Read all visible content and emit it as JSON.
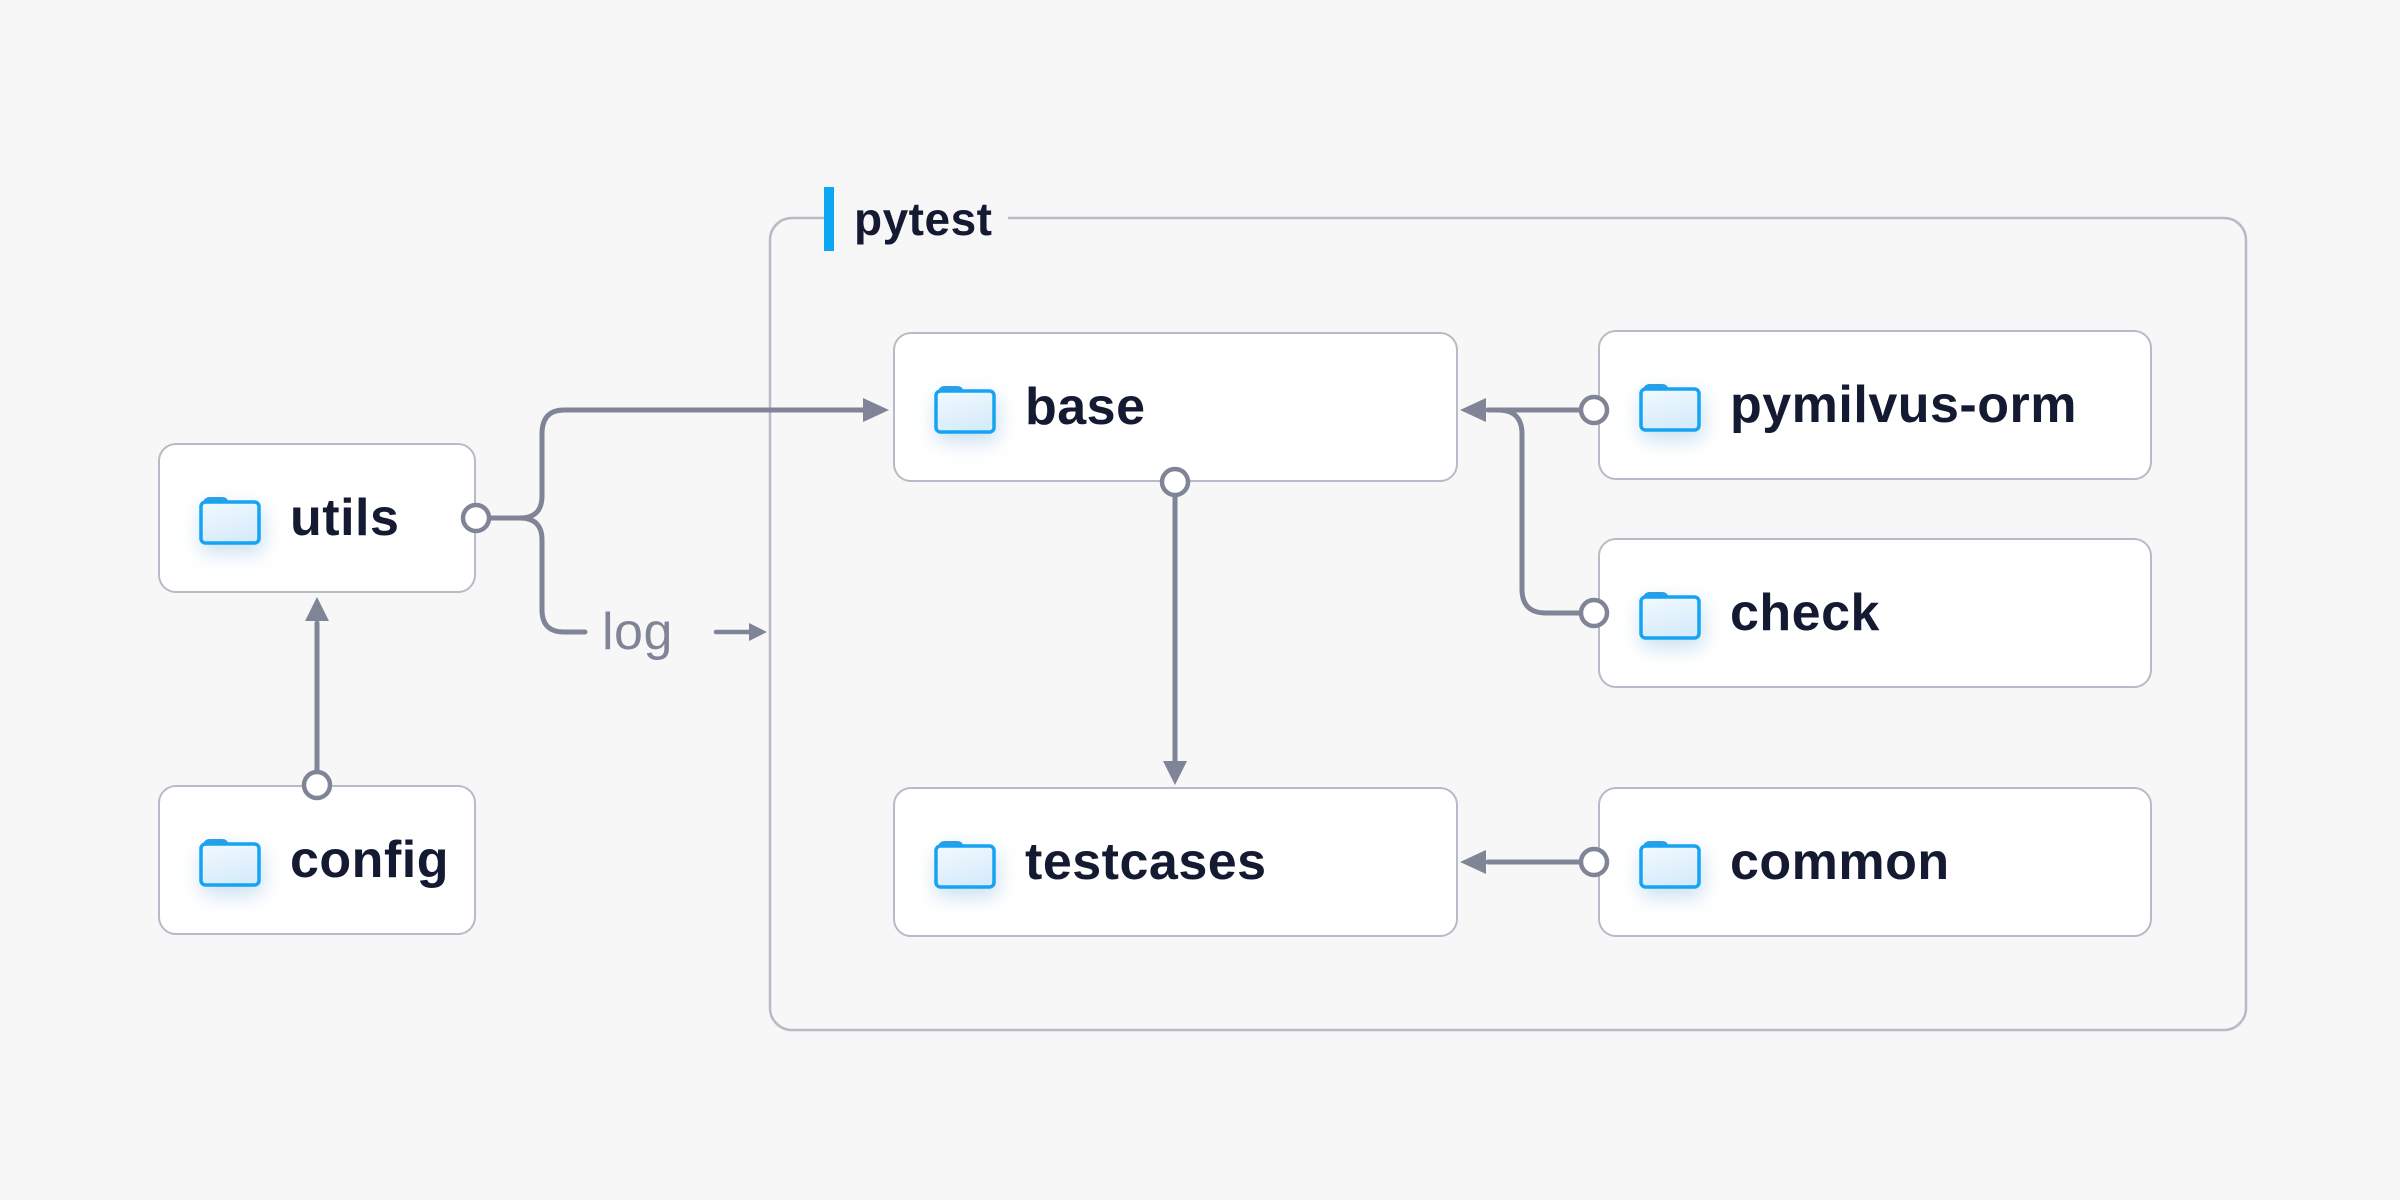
{
  "canvas": {
    "background": "#f7f7f8",
    "description": "Folder-structure diagram of a pytest test framework"
  },
  "group": {
    "label": "pytest",
    "accent_color": "#0ba7f3"
  },
  "nodes": [
    {
      "id": "utils",
      "label": "utils",
      "icon": "folder-icon"
    },
    {
      "id": "config",
      "label": "config",
      "icon": "folder-icon"
    },
    {
      "id": "base",
      "label": "base",
      "icon": "folder-icon"
    },
    {
      "id": "testcases",
      "label": "testcases",
      "icon": "folder-icon"
    },
    {
      "id": "pymilvus-orm",
      "label": "pymilvus-orm",
      "icon": "folder-icon"
    },
    {
      "id": "check",
      "label": "check",
      "icon": "folder-icon"
    },
    {
      "id": "common",
      "label": "common",
      "icon": "folder-icon"
    }
  ],
  "edges": [
    {
      "from": "config",
      "to": "utils",
      "label": ""
    },
    {
      "from": "utils",
      "to": "base",
      "label": ""
    },
    {
      "from": "utils",
      "to": "pytest",
      "label": "log"
    },
    {
      "from": "base",
      "to": "testcases",
      "label": ""
    },
    {
      "from": "pymilvus-orm",
      "to": "base",
      "label": ""
    },
    {
      "from": "check",
      "to": "base",
      "label": ""
    },
    {
      "from": "common",
      "to": "testcases",
      "label": ""
    }
  ],
  "colors": {
    "background": "#f7f7f8",
    "node_fill": "#ffffff",
    "node_border": "#b7bbc7",
    "node_text": "#131a31",
    "connector": "#7f8596",
    "accent_blue": "#0ba7f3",
    "folder_stroke": "#16a4f2",
    "folder_tab": "#2d9ee1"
  }
}
